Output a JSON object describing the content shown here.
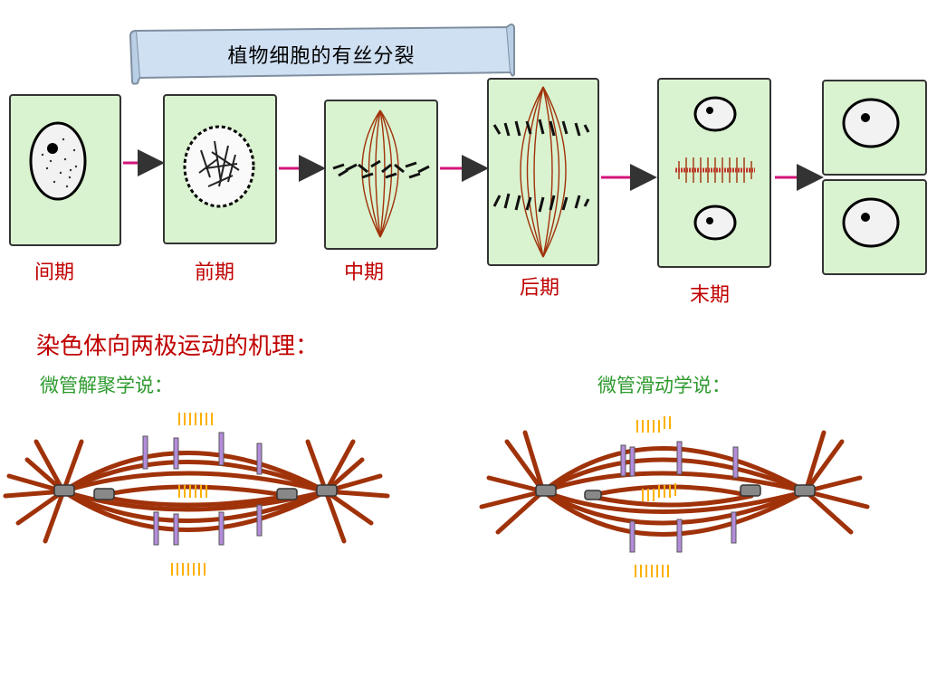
{
  "title": "植物细胞的有丝分裂",
  "phases": [
    {
      "label": "间期"
    },
    {
      "label": "前期"
    },
    {
      "label": "中期"
    },
    {
      "label": "后期"
    },
    {
      "label": "末期"
    }
  ],
  "mechanism": {
    "heading": "染色体向两极运动的机理：",
    "theory_left": "微管解聚学说：",
    "theory_right": "微管滑动学说："
  },
  "colors": {
    "cell_fill": "#d9f2cf",
    "label_red": "#c00000",
    "label_green": "#2e9a2e",
    "arrow": "#d4147a",
    "fiber": "#a0320a",
    "title_box": "#cfe0f3"
  }
}
